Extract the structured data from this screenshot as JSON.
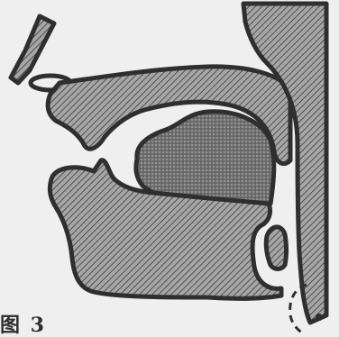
{
  "caption": "图 3",
  "colors": {
    "background": "#efefef",
    "ink": "#2f2f2f",
    "hatch_fill": "#9a9a9a",
    "dotted_fill": "#6f6f6f"
  },
  "parts": [
    {
      "name": "nose-bridge",
      "pattern": "hatch"
    },
    {
      "name": "upper-lip",
      "pattern": "hatch"
    },
    {
      "name": "palate",
      "pattern": "hatch"
    },
    {
      "name": "pharynx-wall",
      "pattern": "hatch"
    },
    {
      "name": "tongue",
      "pattern": "dotted"
    },
    {
      "name": "lower-jaw",
      "pattern": "hatch"
    },
    {
      "name": "epiglottis",
      "pattern": "hatch"
    }
  ]
}
